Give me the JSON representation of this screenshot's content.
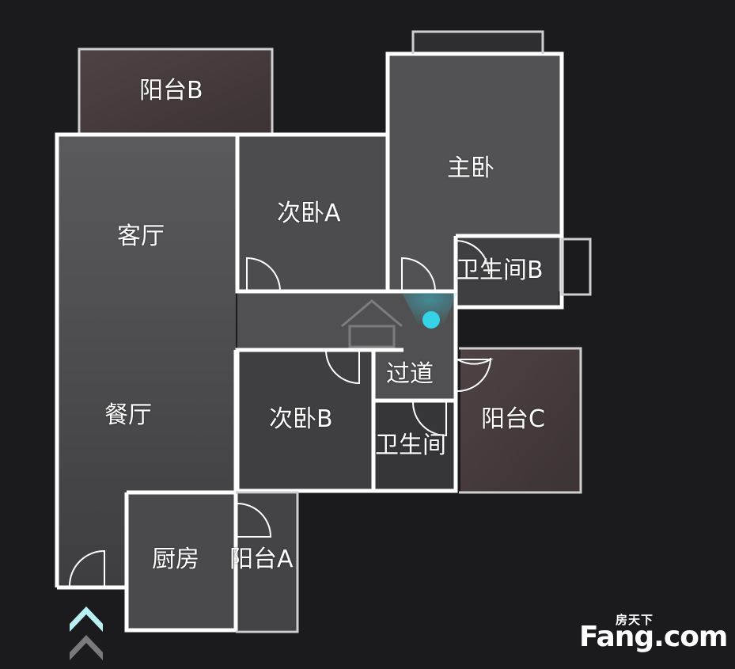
{
  "rooms": {
    "balcony_b": "阳台B",
    "master_bedroom": "主卧",
    "bedroom_a": "次卧A",
    "living_room": "客厅",
    "bathroom_b": "卫生间B",
    "corridor": "过道",
    "dining_room": "餐厅",
    "bedroom_b": "次卧B",
    "bathroom": "卫生间",
    "balcony_c": "阳台C",
    "kitchen": "厨房",
    "balcony_a": "阳台A"
  },
  "watermark": {
    "small_text": "房天下",
    "brand_text": "Fang.com"
  },
  "colors": {
    "background": "#1b1b1d",
    "wall": "#ffffff",
    "floor": "#4a4a4c",
    "balcony_floor": "#4a3d3f",
    "marker": "#34d3e8",
    "nav_arrow_active": "#b8f0f4",
    "nav_arrow_inactive": "#7a7a7a"
  },
  "icons": {
    "position_marker": "location-dot-icon",
    "navigation": "double-chevron-up-icon"
  }
}
